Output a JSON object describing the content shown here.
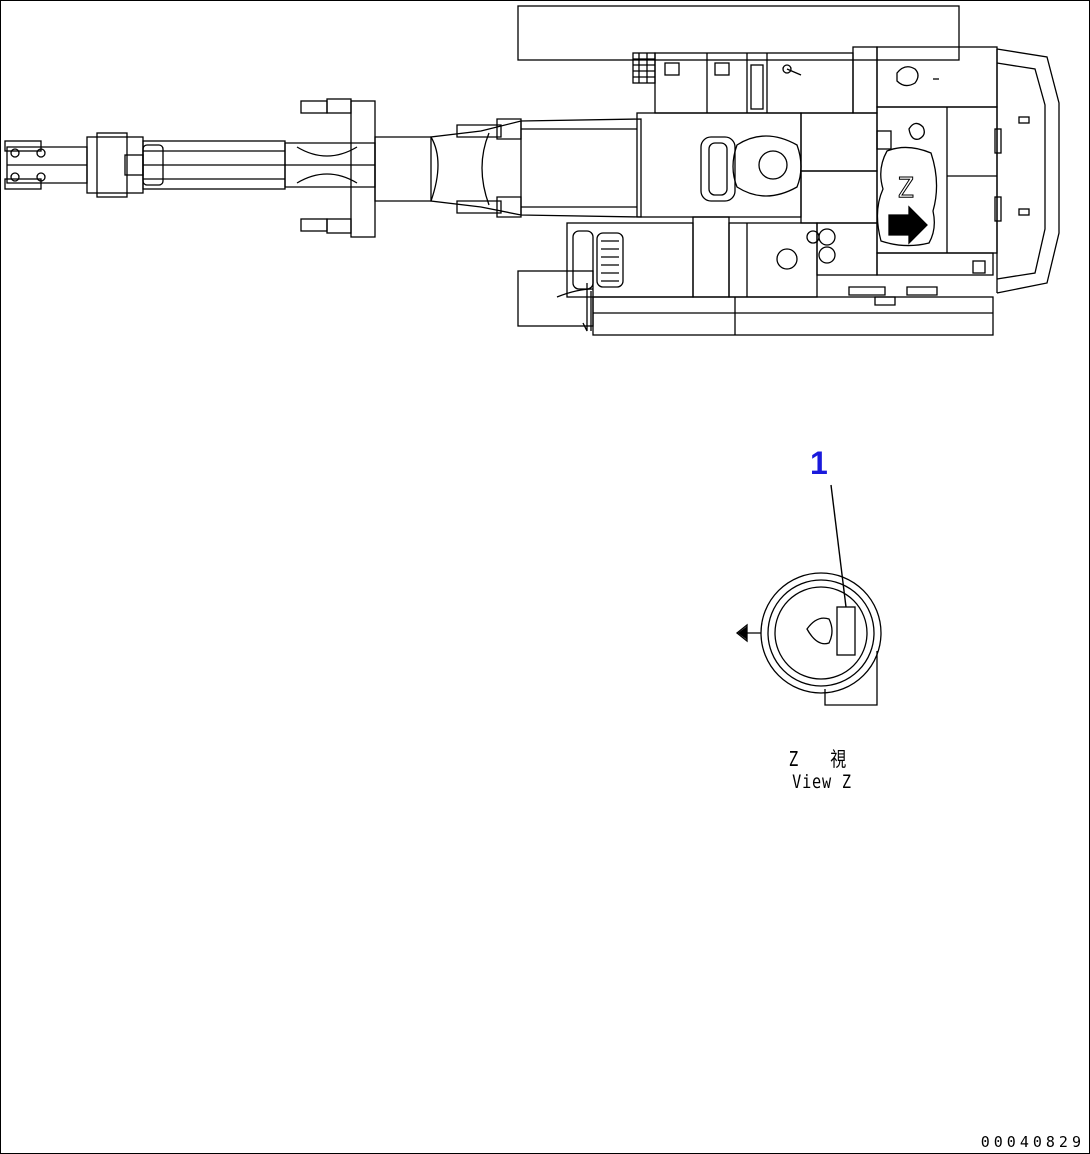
{
  "callout": {
    "number": "1"
  },
  "detail_view": {
    "label_z_letter": "Z",
    "label_jp": "Z 視",
    "label_en": "View Z"
  },
  "document": {
    "number": "00040829"
  }
}
